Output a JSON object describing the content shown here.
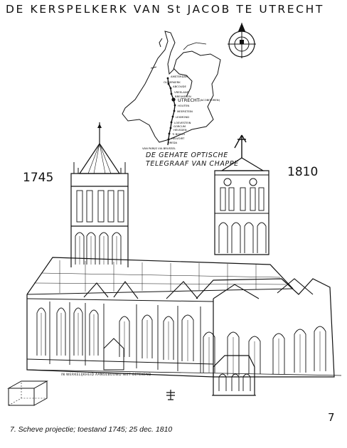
{
  "title": "DE KERSPELKERK VAN St JACOB TE UTRECHT",
  "year_left": "1745",
  "year_right": "1810",
  "telegraph_label": [
    "DE GEHATE OPTISCHE",
    "TELEGRAAF VAN CHAPPE"
  ],
  "map_cities": [
    "AMSTERDAM",
    "OUDERKERK",
    "ABCOUDE",
    "VREELAND",
    "BREUKELEN",
    "UTRECHT",
    "HOUTEN",
    "MEERSTEIN",
    "LEXMOND",
    "LOEVESTEIN",
    "GORCUM",
    "HEUSDEN",
    "'S BOSCH",
    "HELVOIRT",
    "BREDA",
    "VAN PARIJS VIA BRUSSEL"
  ],
  "map_main_city": "UTRECHT",
  "map_main_city_note": "(JACOBITOREN)",
  "drawing_note": "IN WERKELIJKHEID AANGEBOUWD NIET GETEKEND",
  "plate_number": "7",
  "caption": "7.  Scheve projectie; toestand 1745; 25 dec. 1810"
}
